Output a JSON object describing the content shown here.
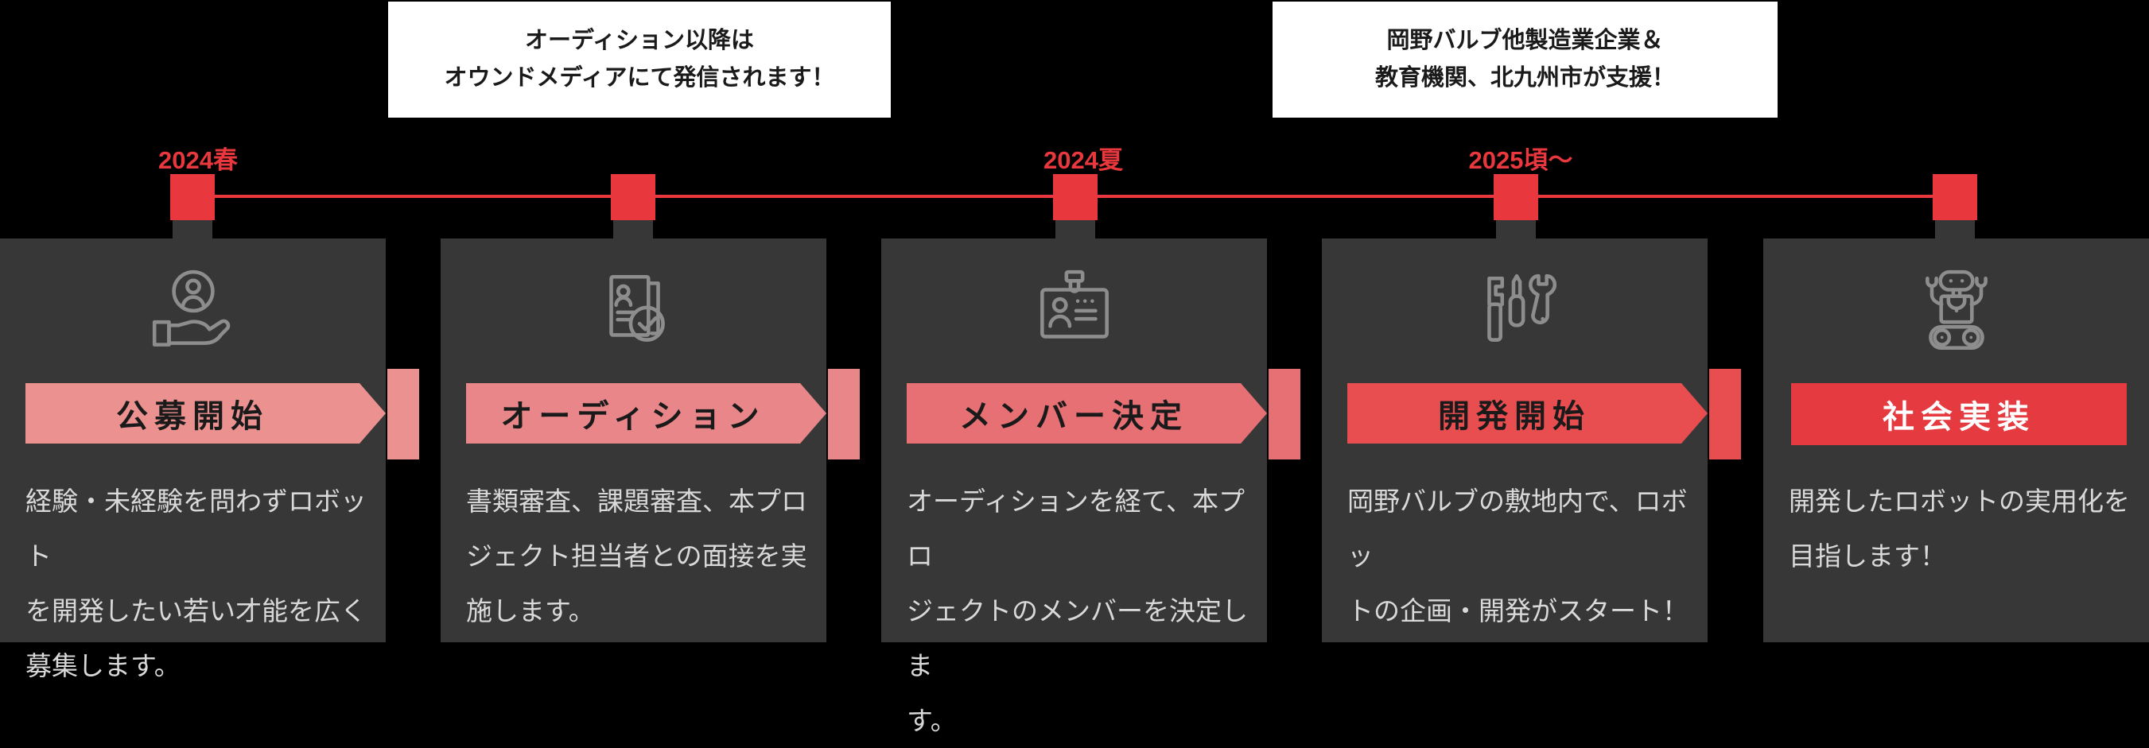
{
  "page": {
    "background": "#000000"
  },
  "callouts": [
    {
      "text": "オーディション以降は\nオウンドメディアにて発信されます！"
    },
    {
      "text": "岡野バルブ他製造業企業＆\n教育機関、北九州市が支援！"
    }
  ],
  "timeline": {
    "dates": [
      {
        "label": "2024春"
      },
      {
        "label": "2024夏"
      },
      {
        "label": "2025頃〜"
      }
    ],
    "color": "#e8383d"
  },
  "steps": [
    {
      "title": "公募開始",
      "description": "経験・未経験を問わずロボット\nを開発したい若い才能を広く\n募集します。",
      "icon": "hand-offering-person-icon",
      "banner_color": "#eb9190",
      "title_color": "#1a1a1a"
    },
    {
      "title": "オーディション",
      "description": "書類審査、課題審査、本プロ\nジェクト担当者との面接を実\n施します。",
      "icon": "resume-check-icon",
      "banner_color": "#e98689",
      "title_color": "#1a1a1a"
    },
    {
      "title": "メンバー決定",
      "description": "オーディションを経て、本プロ\nジェクトのメンバーを決定しま\nす。",
      "icon": "id-badge-icon",
      "banner_color": "#e77075",
      "title_color": "#1a1a1a"
    },
    {
      "title": "開発開始",
      "description": "岡野バルブの敷地内で、ロボッ\nトの企画・開発がスタート！",
      "icon": "tools-icon",
      "banner_color": "#e84d50",
      "title_color": "#1a1a1a"
    },
    {
      "title": "社会実装",
      "description": "開発したロボットの実用化を\n目指します！",
      "icon": "robot-icon",
      "banner_color": "#e53a40",
      "title_color": "#ffffff"
    }
  ],
  "colors": {
    "card_background": "#373737",
    "description_text": "#d9d9d9",
    "timeline_red": "#e8383d",
    "icon_stroke": "#8d8d8d",
    "callout_background": "#ffffff",
    "callout_text": "#1a1a1a"
  }
}
